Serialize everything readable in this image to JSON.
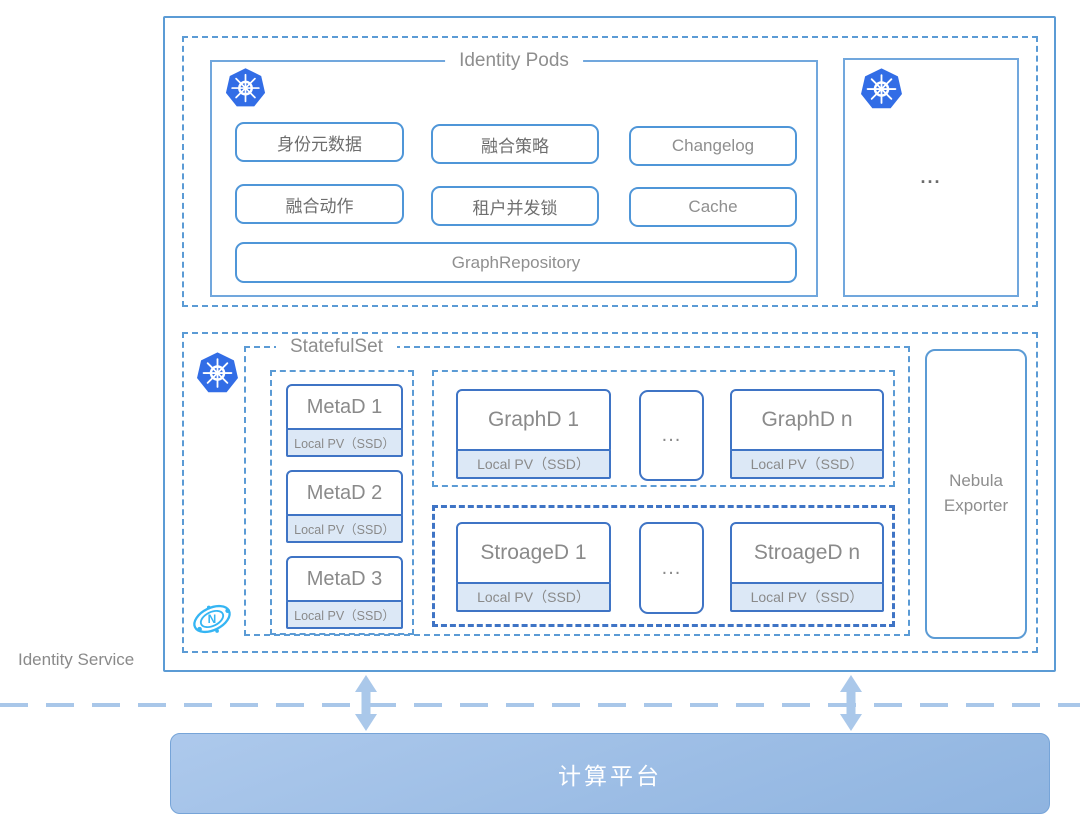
{
  "identity_service": {
    "label": "Identity Service"
  },
  "identity_pods": {
    "title": "Identity Pods",
    "buttons": [
      "身份元数据",
      "融合策略",
      "Changelog",
      "融合动作",
      "租户并发锁",
      "Cache",
      "GraphRepository"
    ],
    "ellipsis": "..."
  },
  "statefulset": {
    "title": "StatefulSet",
    "ellipsis": "...",
    "meta_nodes": [
      {
        "name": "MetaD 1",
        "pv": "Local PV（SSD）"
      },
      {
        "name": "MetaD 2",
        "pv": "Local PV（SSD）"
      },
      {
        "name": "MetaD 3",
        "pv": "Local PV（SSD）"
      }
    ],
    "graph_nodes": [
      {
        "name": "GraphD 1",
        "pv": "Local PV（SSD）"
      },
      {
        "name": "GraphD n",
        "pv": "Local PV（SSD）"
      }
    ],
    "storage_nodes": [
      {
        "name": "StroageD 1",
        "pv": "Local PV（SSD）"
      },
      {
        "name": "StroageD n",
        "pv": "Local PV（SSD）"
      }
    ]
  },
  "nebula_exporter": {
    "label": "Nebula Exporter"
  },
  "platform": {
    "label": "计算平台"
  },
  "icons": {
    "kubernetes": "kubernetes-helm-wheel",
    "nebula": "nebula-graph-orbit-n"
  },
  "colors": {
    "solid_border": "#5b9bd5",
    "dashed_border": "#5b9bd5",
    "node_border": "#3f74c5",
    "pv_fill": "#dce8f6",
    "k8s_blue": "#326de6",
    "nebula_cyan": "#35b5f3",
    "text_gray": "#8a8a8a",
    "platform_fill": "#9cbde5",
    "platform_text": "#ffffff",
    "arrow_blue": "#aac8ea"
  }
}
